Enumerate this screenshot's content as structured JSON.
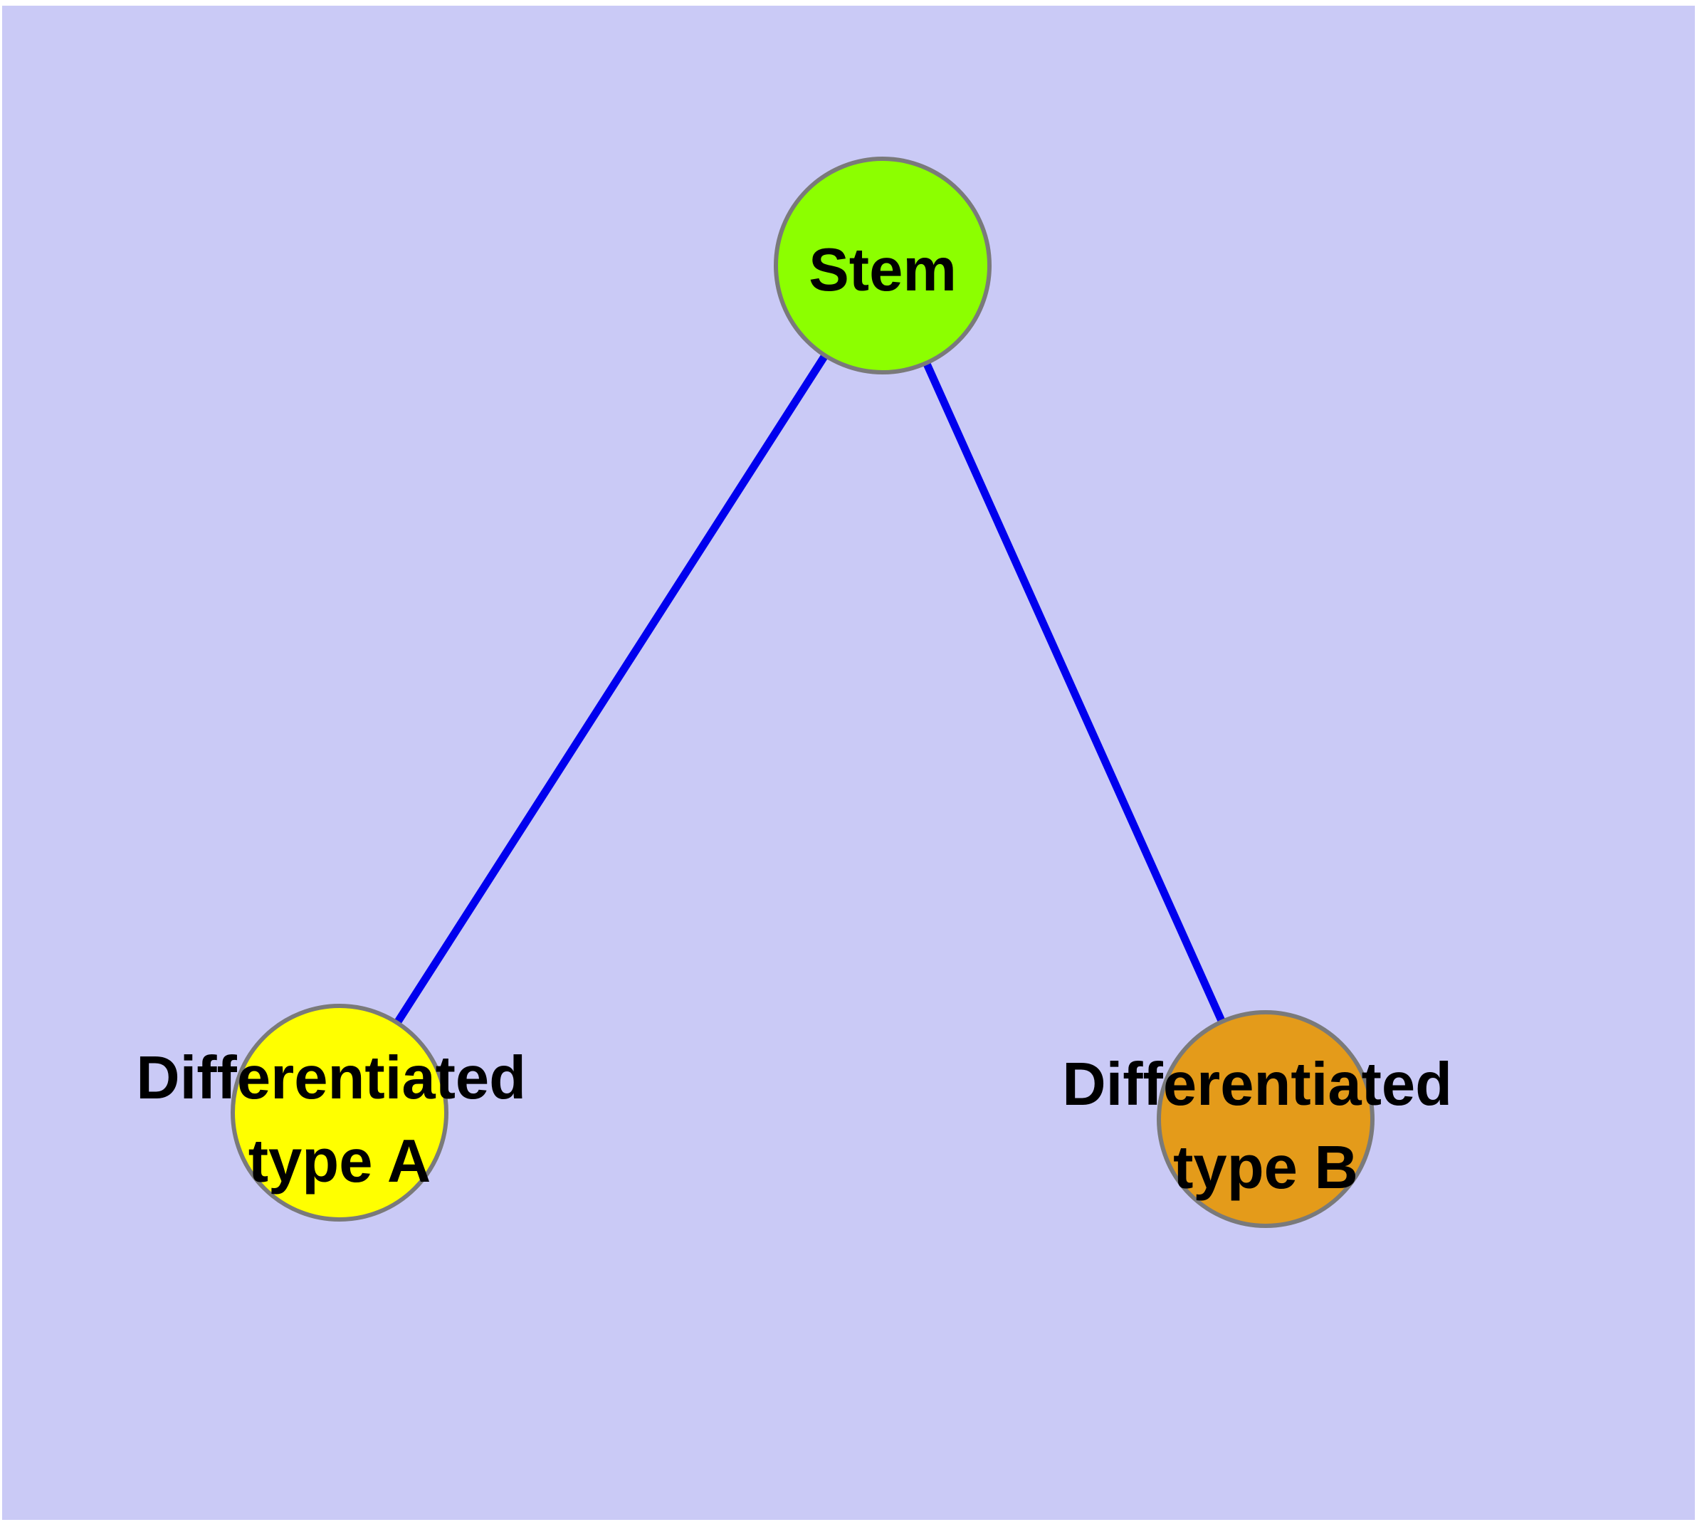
{
  "diagram": {
    "title": "stem-cell-differentiation-graph",
    "background_color": "#CACAF6",
    "page_border_color": "#FFFFFF",
    "edge_color": "#0000EE",
    "node_border_color": "#7A7A7A",
    "label_color": "#000000",
    "nodes": [
      {
        "id": "stem",
        "label": "Stem",
        "fill": "#8CFF00"
      },
      {
        "id": "differentiated-type-a",
        "label": "Differentiated type A",
        "label_line1": "Differentiated",
        "label_line2": "type A",
        "fill": "#FFFF00"
      },
      {
        "id": "differentiated-type-b",
        "label": "Differentiated type B",
        "label_line1": "Differentiated",
        "label_line2": "type B",
        "fill": "#E49B1A"
      }
    ],
    "edges": [
      {
        "from": "Stem",
        "to": "Differentiated type A"
      },
      {
        "from": "Stem",
        "to": "Differentiated type B"
      }
    ]
  }
}
